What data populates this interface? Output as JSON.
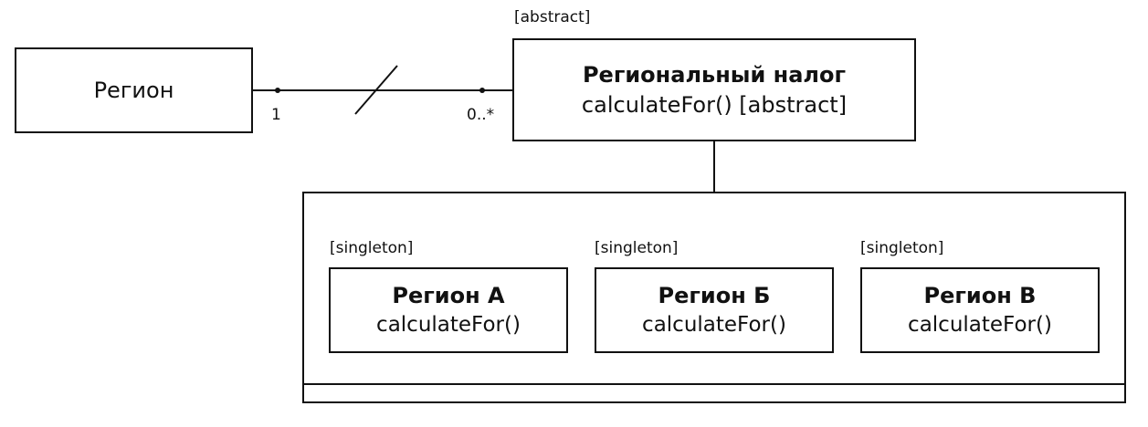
{
  "region": {
    "name": "Регион"
  },
  "association": {
    "multiplicity_left": "1",
    "multiplicity_right": "0..*"
  },
  "regional_tax": {
    "stereotype": "[abstract]",
    "name": "Региональный налог",
    "operation": "calculateFor() [abstract]"
  },
  "subclasses": [
    {
      "stereotype": "[singleton]",
      "name": "Регион А",
      "operation": "calculateFor()"
    },
    {
      "stereotype": "[singleton]",
      "name": "Регион Б",
      "operation": "calculateFor()"
    },
    {
      "stereotype": "[singleton]",
      "name": "Регион В",
      "operation": "calculateFor()"
    }
  ],
  "colors": {
    "line": "#111111",
    "background": "#ffffff"
  }
}
